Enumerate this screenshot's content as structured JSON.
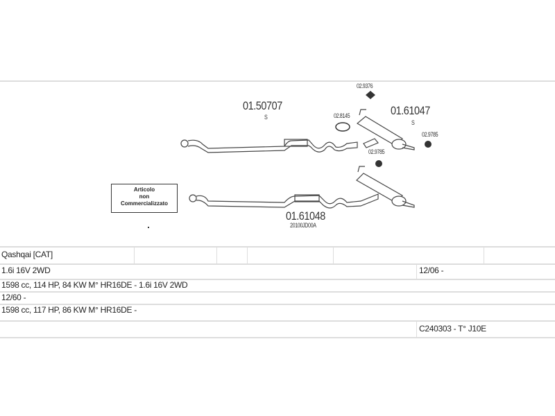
{
  "diagram": {
    "parts": [
      {
        "code": "01.50707",
        "suffix": "S"
      },
      {
        "code": "01.61047",
        "suffix": "S"
      },
      {
        "code": "01.61048",
        "oem": "20100JD00A"
      }
    ],
    "accessories": [
      "02.9376",
      "02.8145",
      "02.9785",
      "02.9785"
    ],
    "note": [
      "Articolo",
      "non",
      "Commercializzato"
    ]
  },
  "table": {
    "model": "Qashqai  [CAT]",
    "version": "1.6i 16V 2WD",
    "version_date": "12/06 -",
    "engine1": "1598 cc, 114 HP, 84 KW M° HR16DE - 1.6i 16V 2WD",
    "date2": "12/60 -",
    "engine2": "1598 cc, 117 HP, 86 KW M° HR16DE -",
    "code": "C240303  - T° J10E"
  }
}
